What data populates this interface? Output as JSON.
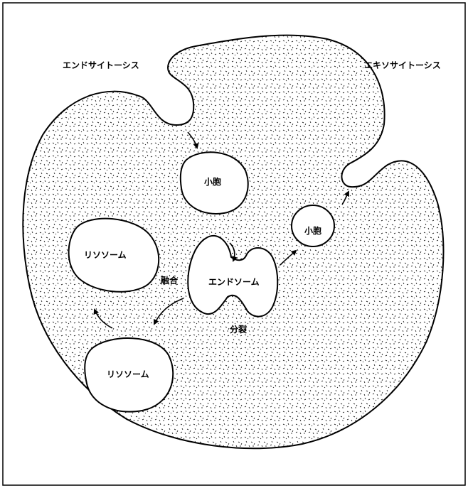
{
  "labels": {
    "endocytosis": "エンドサイトーシス",
    "exocytosis": "エキソサイトーシス",
    "vesicle_top": "小胞",
    "vesicle_right": "小胞",
    "lysosome_upper": "リソソーム",
    "lysosome_lower": "リソソーム",
    "endosome": "エンドソーム",
    "fusion": "融合",
    "fission": "分裂"
  },
  "colors": {
    "ink": "#000000",
    "cytoplasm_fill": "#ffffff",
    "organelle_fill": "#ffffff"
  }
}
